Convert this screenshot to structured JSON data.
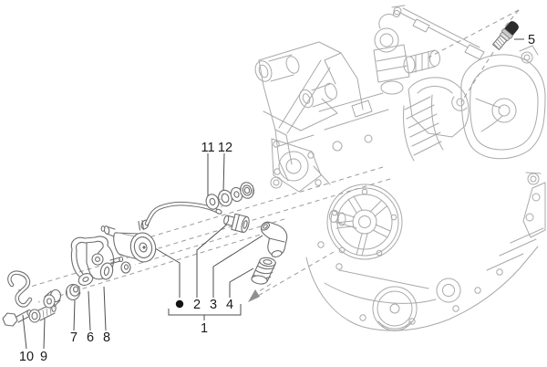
{
  "figure": {
    "kind": "engine exploded-parts line diagram",
    "background": "#ffffff"
  },
  "colors": {
    "engine_ink": "#a9a9a9",
    "part_ink": "#6e6e6e",
    "leader_ink": "#4d4d4d",
    "label_ink": "#1a1a1a",
    "dash_ink": "#9b9b9b",
    "sensor_cap": "#2b2b2b"
  },
  "labels": {
    "p1": "1",
    "p2": "2",
    "p3": "3",
    "p4": "4",
    "p5": "5",
    "p6": "6",
    "p7": "7",
    "p8": "8",
    "p9": "9",
    "p10": "10",
    "p11": "11",
    "p12": "12"
  },
  "marker": {
    "kit_dot": "filled-circle"
  }
}
